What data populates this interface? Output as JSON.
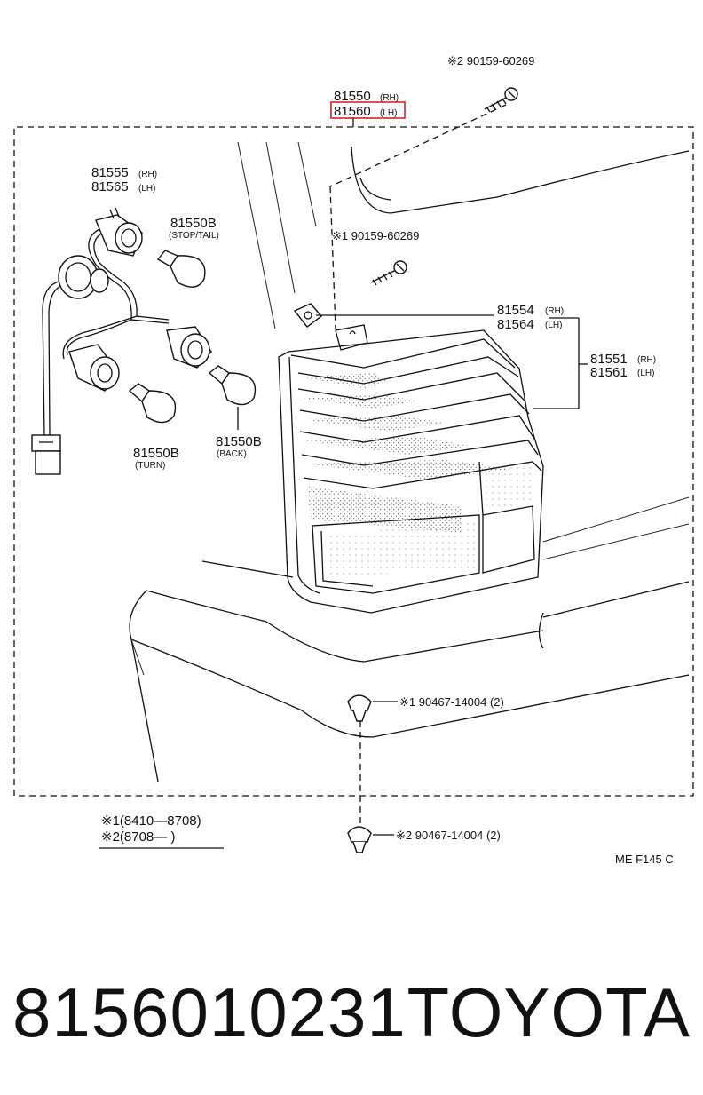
{
  "diagram": {
    "screw_top_note": "※2 90159-60269",
    "lamp_rh": "81550",
    "lamp_rh_side": "(RH)",
    "lamp_lh": "81560",
    "lamp_lh_side": "(LH)",
    "socket_rh": "81555",
    "socket_rh_side": "(RH)",
    "socket_lh": "81565",
    "socket_lh_side": "(LH)",
    "bulb_stop": "81550B",
    "bulb_stop_desc": "(STOP/TAIL)",
    "screw_mid_note": "※1 90159-60269",
    "gasket_rh": "81554",
    "gasket_rh_side": "(RH)",
    "gasket_lh": "81564",
    "gasket_lh_side": "(LH)",
    "lens_rh": "81551",
    "lens_rh_side": "(RH)",
    "lens_lh": "81561",
    "lens_lh_side": "(LH)",
    "bulb_turn": "81550B",
    "bulb_turn_desc": "(TURN)",
    "bulb_back": "81550B",
    "bulb_back_desc": "(BACK)",
    "clip1_note": "※1 90467-14004 (2)",
    "clip2_note": "※2 90467-14004 (2)",
    "legend1": "※1(8410—8708)",
    "legend2": "※2(8708—        )",
    "ref_code": "ME  F145 C",
    "highlight_color": "#d4141a"
  },
  "footer": {
    "part_number": "8156010231",
    "brand": "TOYOTA"
  }
}
